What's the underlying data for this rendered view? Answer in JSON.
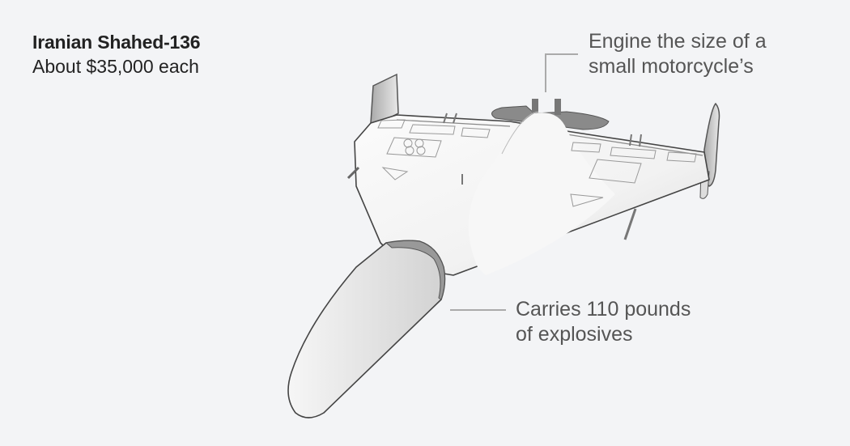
{
  "header": {
    "title": "Iranian Shahed-136",
    "subtitle": "About $35,000 each"
  },
  "annotations": {
    "engine": {
      "line1": "Engine the size of a",
      "line2": "small motorcycle’s"
    },
    "payload": {
      "line1": "Carries 110 pounds",
      "line2": "of explosives"
    }
  },
  "illustration": {
    "subject": "Shahed-136 delta-wing drone",
    "icon": "drone-illustration"
  },
  "colors": {
    "background": "#f3f4f6",
    "title_text": "#222222",
    "annotation_text": "#555555",
    "leader_line": "#aaaaaa",
    "drone_body": "#f5f5f5",
    "drone_outline": "#555555",
    "warhead_band": "#999999"
  }
}
